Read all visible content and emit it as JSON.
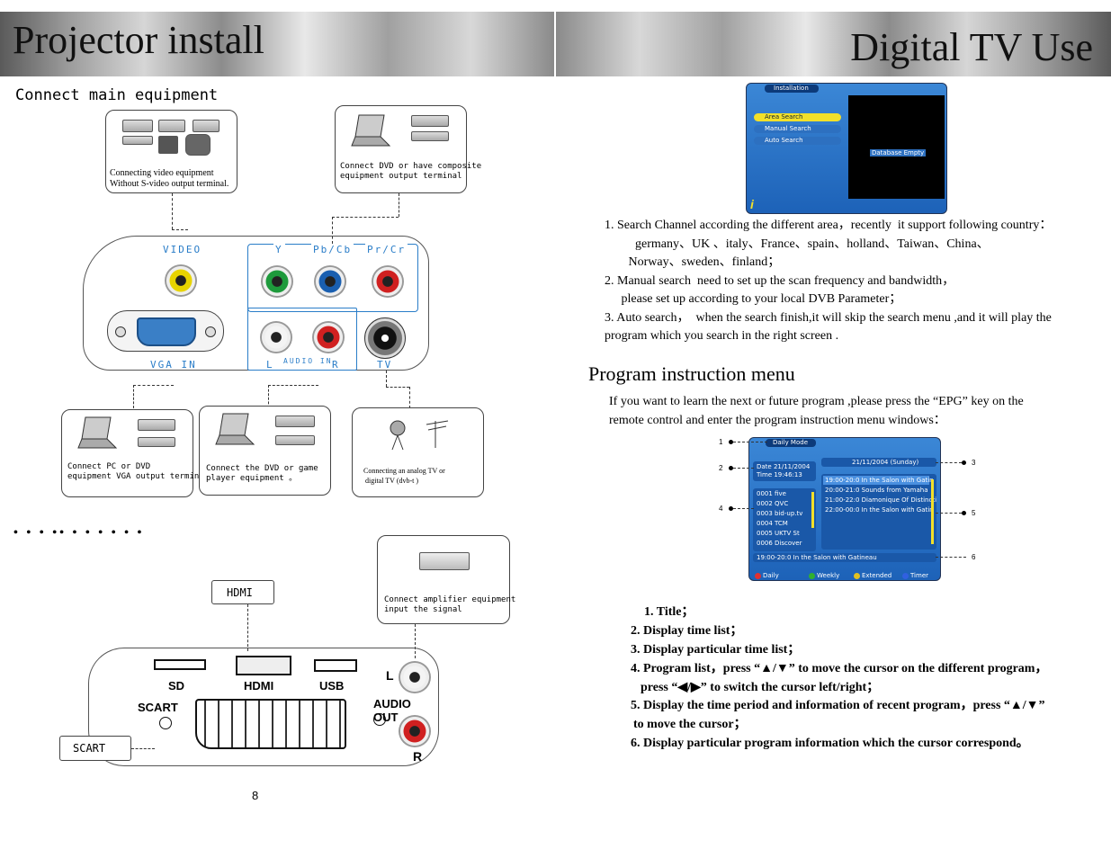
{
  "left_page": {
    "title": "Projector install",
    "section_heading": "Connect main equipment",
    "dots_row": "• • • •• • • • • • •",
    "page_number": "8",
    "boxes": {
      "video": "Connecting video equipment\nWithout S-video output terminal.",
      "composite": "Connect DVD or have composite\nequipment output terminal",
      "vga": "Connect PC or DVD\nequipment VGA output terminal",
      "dvd_game": "Connect the DVD or game\nplayer equipment 。",
      "analog_tv": "Connecting an analog TV or\n digital TV (dvb-t )",
      "amplifier": "Connect amplifier equipment\ninput the signal",
      "hdmi_tag": "HDMI",
      "scart_tag": "SCART"
    },
    "panel_labels": {
      "video": "VIDEO",
      "y": "Y",
      "pb": "Pb/Cb",
      "pr": "Pr/Cr",
      "vga_in": "VGA IN",
      "l": "L",
      "audio_in": "AUDIO IN",
      "r": "R",
      "tv": "TV"
    },
    "bottom_panel_labels": {
      "sd": "SD",
      "hdmi": "HDMI",
      "usb": "USB",
      "scart": "SCART",
      "l": "L",
      "audio_out": "AUDIO OUT",
      "r": "R"
    }
  },
  "right_page": {
    "title": "Digital TV  Use",
    "install_menu": {
      "header": "Installation",
      "items": [
        "Area Search",
        "Manual Search",
        "Auto Search"
      ],
      "status": "Database Empty"
    },
    "search_text": [
      "1. Search Channel according the different area，recently  it support following country：",
      "    germany、UK 、italy、France、spain、holland、Taiwan、China、",
      "   Norway、sweden、finland；",
      "2. Manual search  need to set up the scan frequency and bandwidth，",
      "   please set up according to your local DVB Parameter；",
      "3. Auto search，  when the search finish,it will skip the search menu ,and it will play the",
      "program which you search in the right screen ."
    ],
    "section_heading": "Program instruction menu",
    "intro": [
      "If you want to learn the next or future program ,please press the   “EPG” key on the",
      "remote control and enter the program instruction menu windows："
    ],
    "epg": {
      "header": "Daily Mode",
      "date": "Date  21/11/2004",
      "time": "Time   19:46:13",
      "day_title": "21/11/2004 (Sunday)",
      "channels": [
        "0001 five",
        "0002 QVC",
        "0003 bid-up.tv",
        "0004 TCM",
        "0005 UKTV St",
        "0006 Discover"
      ],
      "programs": [
        "19:00-20:0  In the Salon with Gatin",
        "20:00-21:0  Sounds from Yamaha",
        "21:00-22:0  Diamonique Of Distincti",
        "22:00-00:0  In the Salon with Gatin"
      ],
      "info": "19:00-20:0  In the Salon with Gatineau",
      "buttons": [
        "Daily",
        "Weekly",
        "Extended",
        "Timer"
      ],
      "button_colors": [
        "#e03030",
        "#30b030",
        "#e0c020",
        "#3060e0"
      ],
      "callouts": [
        "1",
        "2",
        "4",
        "3",
        "5",
        "6"
      ]
    },
    "legend": [
      "1. Title；",
      "2. Display time list；",
      "3. Display particular time list；",
      "4. Program list，press “▲/▼” to move the cursor on the different program，",
      "press “◀/▶” to switch the cursor left/right；",
      "5. Display the time period and information of recent program，press “▲/▼”",
      "to move the cursor；",
      "6. Display particular program information which the cursor correspond。"
    ]
  }
}
